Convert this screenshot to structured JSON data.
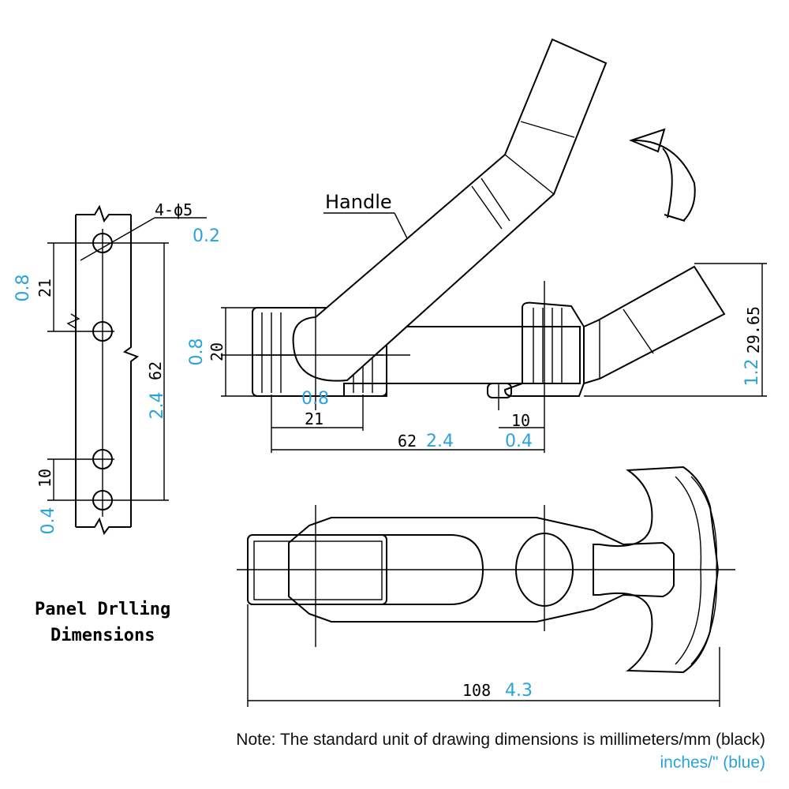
{
  "labels": {
    "handle": "Handle",
    "hole_spec": "4-ϕ5",
    "panel_title_line1": "Panel Drlling",
    "panel_title_line2": "Dimensions"
  },
  "dimensions_mm": {
    "hole_spacing_top": "21",
    "hole_spacing_total": "62",
    "hole_spacing_bottom": "10",
    "base_height": "20",
    "slot_width": "21",
    "base_length": "62",
    "hook_offset": "10",
    "overall_height": "29.65",
    "overall_length": "108"
  },
  "dimensions_in": {
    "hole_dia": "0.2",
    "hole_spacing_top": "0.8",
    "hole_spacing_total": "2.4",
    "hole_spacing_bottom": "0.4",
    "base_height": "0.8",
    "slot_width": "0.8",
    "base_length": "2.4",
    "hook_offset": "0.4",
    "overall_height": "1.2",
    "overall_length": "4.3"
  },
  "note": {
    "line1": "Note: The standard unit of drawing dimensions is millimeters/mm (black)",
    "line2": "inches/\" (blue)"
  },
  "colors": {
    "line": "#000000",
    "inch_text": "#2aa3d8"
  }
}
